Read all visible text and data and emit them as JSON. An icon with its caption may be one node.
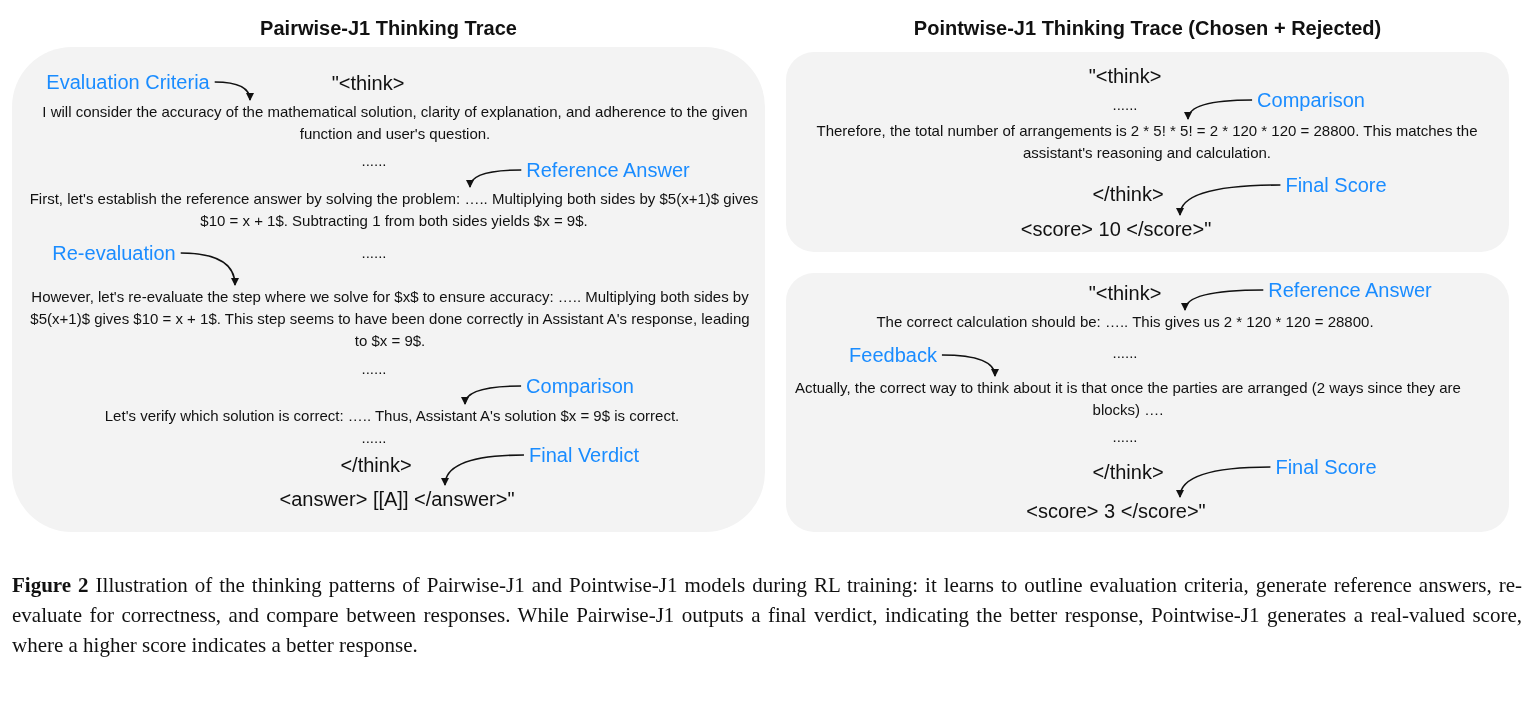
{
  "diagram": {
    "caption": "**Figure 2** Illustration of the thinking patterns of Pairwise-J1 and Pointwise-J1 models during RL training: it learns to outline evaluation criteria, generate reference answers, re-evaluate for correctness, and compare between responses. While Pairwise-J1 outputs a final verdict, indicating the better response, Pointwise-J1 generates a real-valued score, where a higher score indicates a better response.",
    "nodes": [
      {
        "text": [
          "Pairwise-J1 Thinking Trace"
        ]
      },
      {
        "text": [
          "Evaluation Criteria"
        ],
        "in": 0
      },
      {
        "text": [
          "\"<think>"
        ],
        "in": 0
      },
      {
        "text": [
          "I will consider the accuracy of the mathematical solution, clarity of explanation, and adherence to the given function and user's question."
        ],
        "in": 0
      },
      {
        "text": [
          "......"
        ],
        "in": 0
      },
      {
        "text": [
          "Reference Answer"
        ],
        "in": 0
      },
      {
        "text": [
          "First, let's establish the reference answer by solving the problem: ….. Multiplying both sides by $5(x+1)$ gives $10 = x + 1$. Subtracting 1 from both sides yields $x = 9$."
        ],
        "in": 0
      },
      {
        "text": [
          "Re-evaluation"
        ],
        "in": 0
      },
      {
        "text": [
          "......"
        ],
        "in": 0
      },
      {
        "text": [
          "However, let's re-evaluate the step where we solve for $x$ to ensure accuracy: ….. Multiplying both sides by $5(x+1)$ gives $10 = x + 1$. This step seems to have been done correctly in Assistant A's response, leading to $x = 9$."
        ],
        "in": 0
      },
      {
        "text": [
          "......"
        ],
        "in": 0
      },
      {
        "text": [
          "Comparison"
        ],
        "in": 0
      },
      {
        "text": [
          "Let's verify which solution is correct: ….. Thus, Assistant A's solution $x = 9$ is correct."
        ],
        "in": 0
      },
      {
        "text": [
          "......"
        ],
        "in": 0
      },
      {
        "text": [
          "Final Verdict"
        ],
        "in": 0
      },
      {
        "text": [
          "</think>"
        ],
        "in": 0
      },
      {
        "text": [
          "<answer> [[A]] </answer>\""
        ],
        "in": 0
      },
      {
        "text": [
          "Pointwise-J1 Thinking Trace (Chosen + Rejected)"
        ]
      },
      {
        "text": [],
        "shape": "box",
        "in": 17
      },
      {
        "text": [
          "\"<think>"
        ],
        "in": 18
      },
      {
        "text": [
          "......"
        ],
        "in": 18
      },
      {
        "text": [
          "Comparison"
        ],
        "in": 18
      },
      {
        "text": [
          "Therefore, the total number of arrangements is 2 * 5! * 5! = 2 * 120 * 120 = 28800. This matches the assistant's reasoning and calculation."
        ],
        "in": 18
      },
      {
        "text": [
          "</think>"
        ],
        "in": 18
      },
      {
        "text": [
          "Final Score"
        ],
        "in": 18
      },
      {
        "text": [
          "<score> 10 </score>\""
        ],
        "in": 18
      },
      {
        "text": [],
        "shape": "box",
        "in": 17
      },
      {
        "text": [
          "\"<think>"
        ],
        "in": 26
      },
      {
        "text": [
          "Reference Answer"
        ],
        "in": 26
      },
      {
        "text": [
          "The correct calculation should be: ….. This gives us 2 * 120 * 120 = 28800."
        ],
        "in": 26
      },
      {
        "text": [
          "Feedback"
        ],
        "in": 26
      },
      {
        "text": [
          "......"
        ],
        "in": 26
      },
      {
        "text": [
          "Actually, the correct way to think about it is that once the parties are arranged (2 ways since they are blocks) …."
        ],
        "in": 26
      },
      {
        "text": [
          "......"
        ],
        "in": 26
      },
      {
        "text": [
          "</think>"
        ],
        "in": 26
      },
      {
        "text": [
          "Final Score"
        ],
        "in": 26
      },
      {
        "text": [
          "<score> 3 </score>\""
        ],
        "in": 26
      }
    ],
    "edges": [
      {
        "from": 1,
        "to": 3,
        "arrow": "to"
      },
      {
        "from": 5,
        "to": 6,
        "arrow": "to"
      },
      {
        "from": 7,
        "to": 9,
        "arrow": "to"
      },
      {
        "from": 11,
        "to": 12,
        "arrow": "to"
      },
      {
        "from": 14,
        "to": 16,
        "arrow": "to"
      },
      {
        "from": 21,
        "to": 22,
        "arrow": "to"
      },
      {
        "from": 24,
        "to": 25,
        "arrow": "to"
      },
      {
        "from": 28,
        "to": 29,
        "arrow": "to"
      },
      {
        "from": 30,
        "to": 32,
        "arrow": "to"
      },
      {
        "from": 35,
        "to": 36,
        "arrow": "to"
      }
    ]
  }
}
